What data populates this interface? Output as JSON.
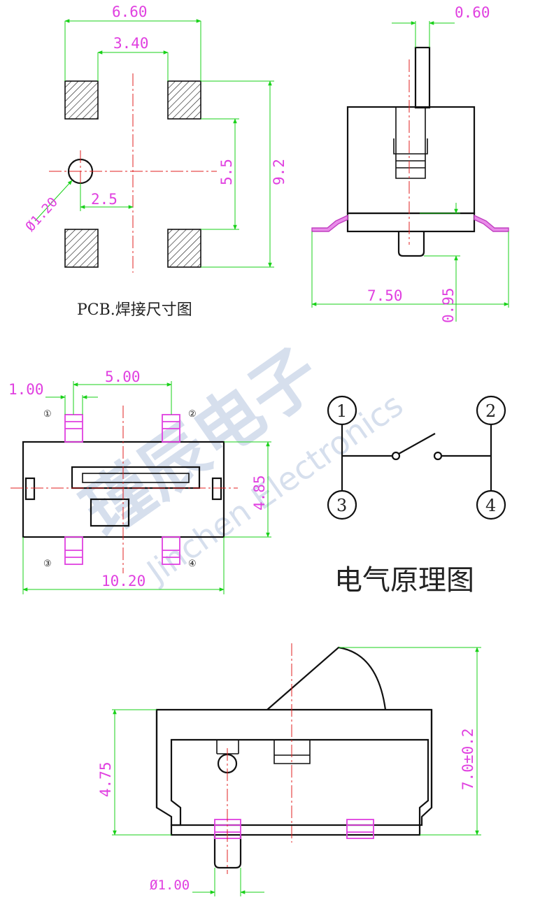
{
  "pcb_view": {
    "caption": "PCB.焊接尺寸图",
    "dim_width": "6.60",
    "dim_pad_gap": "3.40",
    "dim_height": "9.2",
    "dim_pad_pitch": "5.5",
    "dim_hole_offset": "2.5",
    "dim_hole_diameter": "Ø1.20"
  },
  "side_view": {
    "dim_actuator_width": "0.60",
    "dim_total_width": "7.50",
    "dim_offset": "0.95"
  },
  "top_view": {
    "dim_pin_width": "1.00",
    "dim_pin_pitch": "5.00",
    "dim_body_height": "4.85",
    "dim_body_length": "10.20",
    "pin_labels": [
      "①",
      "②",
      "③",
      "④"
    ]
  },
  "schematic": {
    "caption": "电气原理图",
    "pins": [
      "1",
      "2",
      "3",
      "4"
    ]
  },
  "front_view": {
    "dim_body_height": "4.75",
    "dim_total_height": "7.0±0.2",
    "dim_post_diameter": "Ø1.00"
  },
  "watermark": {
    "chinese": "瑾辰电子",
    "english": "Jinchen Electronics",
    "color": "#7a97c7"
  },
  "colors": {
    "dimension_text": "#e040e0",
    "dimension_line": "#19d119",
    "center_line": "#e02020",
    "outline": "#111111"
  }
}
